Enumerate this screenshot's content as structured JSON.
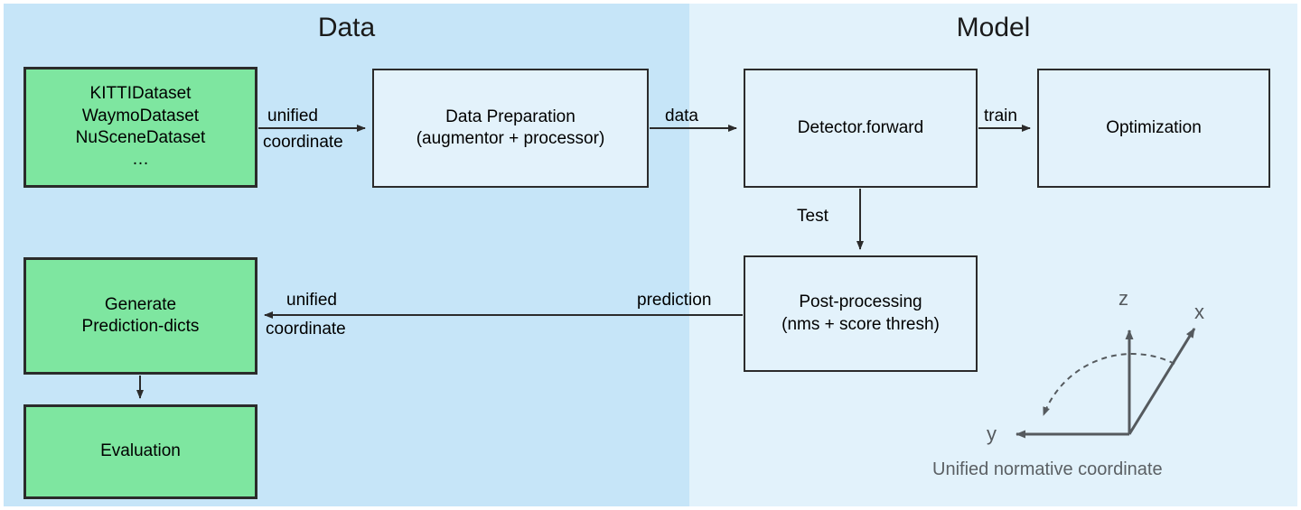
{
  "panels": {
    "data": {
      "title": "Data",
      "bg": "#c6e5f8"
    },
    "model": {
      "title": "Model",
      "bg": "#e2f2fb"
    }
  },
  "nodes": {
    "datasets": {
      "line1": "KITTIDataset",
      "line2": "WaymoDataset",
      "line3": "NuSceneDataset",
      "line4": "…",
      "color": "#7ee6a0"
    },
    "data_preparation": {
      "line1": "Data Preparation",
      "line2": "(augmentor + processor)",
      "color": "#e3f2fb"
    },
    "detector_forward": {
      "line1": "Detector.forward",
      "color": "#e3f2fb"
    },
    "optimization": {
      "line1": "Optimization",
      "color": "#e3f2fb"
    },
    "post_processing": {
      "line1": "Post-processing",
      "line2": "(nms + score thresh)",
      "color": "#e3f2fb"
    },
    "generate_prediction_dicts": {
      "line1": "Generate",
      "line2": "Prediction-dicts",
      "color": "#7ee6a0"
    },
    "evaluation": {
      "line1": "Evaluation",
      "color": "#7ee6a0"
    }
  },
  "edges": {
    "datasets_to_dataprep": {
      "line1": "unified",
      "line2": "coordinate"
    },
    "dataprep_to_detector": {
      "line1": "data"
    },
    "detector_to_optimization": {
      "line1": "train"
    },
    "detector_to_postproc": {
      "line1": "Test"
    },
    "postproc_to_genpred_right": {
      "line1": "prediction"
    },
    "postproc_to_genpred_left": {
      "line1": "unified",
      "line2": "coordinate"
    }
  },
  "coordinate_system": {
    "axis_z": "z",
    "axis_x": "x",
    "axis_y": "y",
    "caption": "Unified normative coordinate",
    "stroke": "#555a5e"
  }
}
